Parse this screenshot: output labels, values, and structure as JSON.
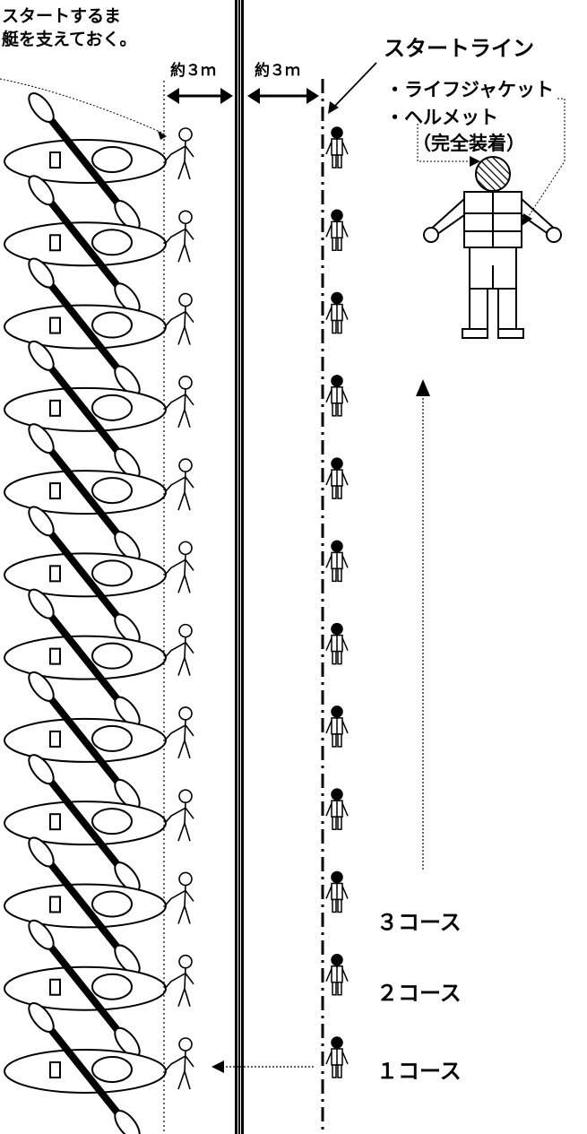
{
  "top_note": {
    "line1": "スタートするま",
    "line2": "艇を支えておく。"
  },
  "distance_left": "約３ｍ",
  "distance_right": "約３ｍ",
  "start_line_label": "スタートライン",
  "equipment": {
    "item1": "・ライフジャケット",
    "item2": "・ヘルメット",
    "note": "（完全装着）"
  },
  "courses": [
    "３コース",
    "２コース",
    "１コース"
  ],
  "lane_count": 12,
  "colors": {
    "ink": "#000000",
    "paper": "#ffffff"
  }
}
